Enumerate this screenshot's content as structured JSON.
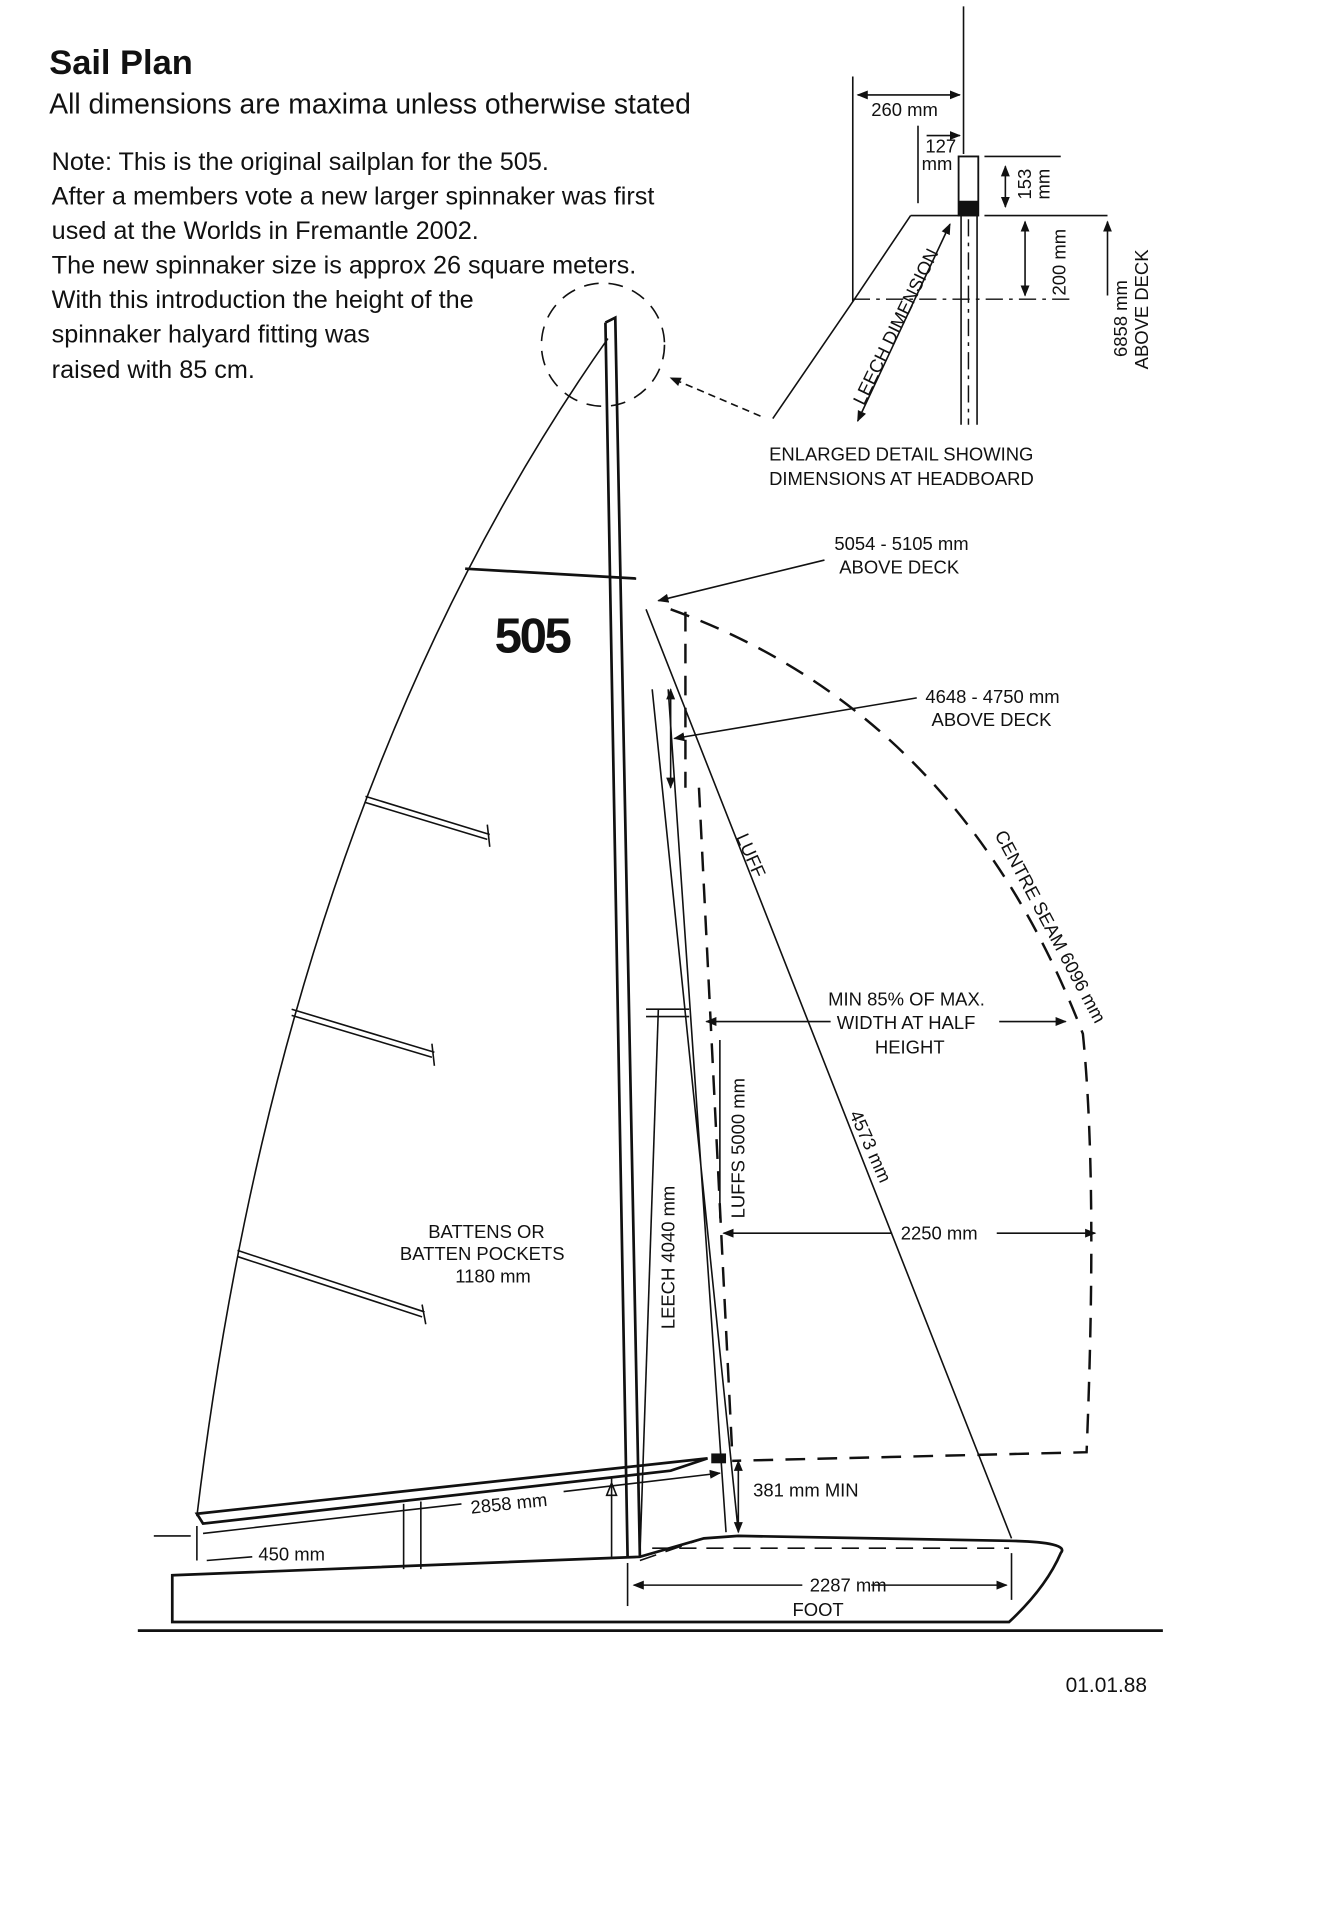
{
  "title": "Sail Plan",
  "subtitle": "All dimensions are maxima unless otherwise stated",
  "note_lines": [
    "Note: This is the original sailplan for the 505.",
    "After a members vote a new larger spinnaker was first",
    "used at the Worlds in Fremantle 2002.",
    "The new spinnaker size is approx 26 square meters.",
    "With this introduction the height of the",
    "spinnaker halyard fitting was",
    "raised with 85 cm."
  ],
  "detail": {
    "width_260": "260 mm",
    "width_127a": "127",
    "width_127b": "mm",
    "h153a": "153",
    "h153b": "mm",
    "h200": "200 mm",
    "above_a": "6858 mm",
    "above_b": "ABOVE DECK",
    "leech_dim": "LEECH DIMENSION",
    "caption_1": "ENLARGED DETAIL SHOWING",
    "caption_2": "DIMENSIONS AT HEADBOARD"
  },
  "labels": {
    "h5054_a": "5054 - 5105 mm",
    "h5054_b": "ABOVE DECK",
    "h4648_a": "4648 - 4750 mm",
    "h4648_b": "ABOVE DECK",
    "luff": "LUFF",
    "centre_seam": "CENTRE SEAM 6096 mm",
    "min85_1": "MIN 85% OF MAX.",
    "min85_2": "WIDTH AT HALF",
    "min85_3": "HEIGHT",
    "jib_luff": "4573 mm",
    "luffs": "LUFFS 5000 mm",
    "leech": "LEECH 4040 mm",
    "width_2250": "2250 mm",
    "battens_1": "BATTENS OR",
    "battens_2": "BATTEN POCKETS",
    "battens_3": "1180 mm",
    "boom": "2858 mm",
    "min381": "381 mm MIN",
    "d450": "450 mm",
    "foot_a": "2287 mm",
    "foot_b": "FOOT",
    "logo": "505",
    "date": "01.01.88"
  }
}
